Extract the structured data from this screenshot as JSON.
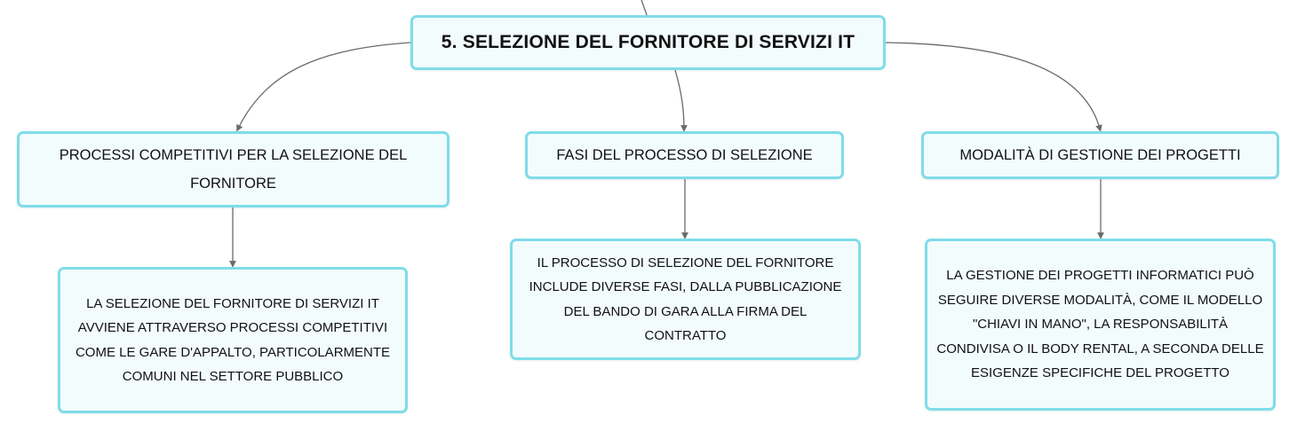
{
  "root": {
    "title": "5. SELEZIONE DEL FORNITORE DI SERVIZI IT"
  },
  "branches": [
    {
      "title": "PROCESSI COMPETITIVI PER LA SELEZIONE DEL FORNITORE",
      "detail": "LA SELEZIONE DEL FORNITORE DI SERVIZI IT AVVIENE ATTRAVERSO PROCESSI COMPETITIVI COME LE GARE D'APPALTO, PARTICOLARMENTE COMUNI NEL SETTORE PUBBLICO"
    },
    {
      "title": "FASI DEL PROCESSO DI SELEZIONE",
      "detail": "IL PROCESSO DI SELEZIONE DEL FORNITORE INCLUDE DIVERSE FASI, DALLA PUBBLICAZIONE DEL BANDO DI GARA ALLA FIRMA DEL CONTRATTO"
    },
    {
      "title": "MODALITÀ DI GESTIONE DEI PROGETTI",
      "detail": "LA GESTIONE DEI PROGETTI INFORMATICI PUÒ SEGUIRE DIVERSE MODALITÀ, COME IL MODELLO \"CHIAVI IN MANO\", LA RESPONSABILITÀ CONDIVISA O IL BODY RENTAL, A SECONDA DELLE ESIGENZE SPECIFICHE DEL PROGETTO"
    }
  ],
  "colors": {
    "node_fill": "#f2fcfd",
    "node_border": "#7fdde8",
    "connector": "#6b6b6b",
    "text": "#111111"
  }
}
